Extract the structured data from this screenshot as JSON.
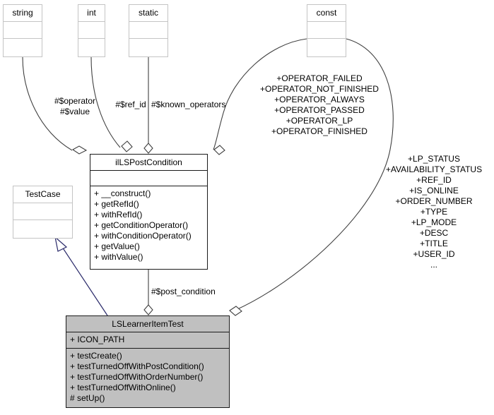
{
  "diagram": {
    "kind": "uml-class-diagram",
    "background": "#ffffff",
    "line_color": "#404040",
    "inheritance_color": "#2a2a6a",
    "class_fill": "#c0c0c0"
  },
  "type_boxes": [
    {
      "id": "string",
      "title": "string"
    },
    {
      "id": "int",
      "title": "int"
    },
    {
      "id": "static",
      "title": "static"
    },
    {
      "id": "const",
      "title": "const"
    },
    {
      "id": "testcase",
      "title": "TestCase"
    }
  ],
  "classes": [
    {
      "id": "ilLSPostCondition",
      "title": "ilLSPostCondition",
      "attributes": [],
      "operations": [
        "+ __construct()",
        "+ getRefId()",
        "+ withRefId()",
        "+ getConditionOperator()",
        "+ withConditionOperator()",
        "+ getValue()",
        "+ withValue()"
      ]
    },
    {
      "id": "LSLearnerItemTest",
      "title": "LSLearnerItemTest",
      "attributes": [
        "+ ICON_PATH"
      ],
      "operations": [
        "+ testCreate()",
        "+ testTurnedOffWithPostCondition()",
        "+ testTurnedOffWithOrderNumber()",
        "+ testTurnedOffWithOnline()",
        "# setUp()"
      ]
    }
  ],
  "edge_labels": {
    "string_to_postcondition": [
      "#$operator",
      "#$value"
    ],
    "int_to_postcondition": [
      "#$ref_id"
    ],
    "static_to_postcondition": [
      "#$known_operators"
    ],
    "const_to_postcondition": [
      "+OPERATOR_FAILED",
      "+OPERATOR_NOT_FINISHED",
      "+OPERATOR_ALWAYS",
      "+OPERATOR_PASSED",
      "+OPERATOR_LP",
      "+OPERATOR_FINISHED"
    ],
    "const_to_learneritemtest": [
      "+LP_STATUS",
      "+AVAILABILITY_STATUS",
      "+REF_ID",
      "+IS_ONLINE",
      "+ORDER_NUMBER",
      "+TYPE",
      "+LP_MODE",
      "+DESC",
      "+TITLE",
      "+USER_ID",
      "..."
    ],
    "postcondition_to_learneritemtest": [
      "#$post_condition"
    ]
  }
}
